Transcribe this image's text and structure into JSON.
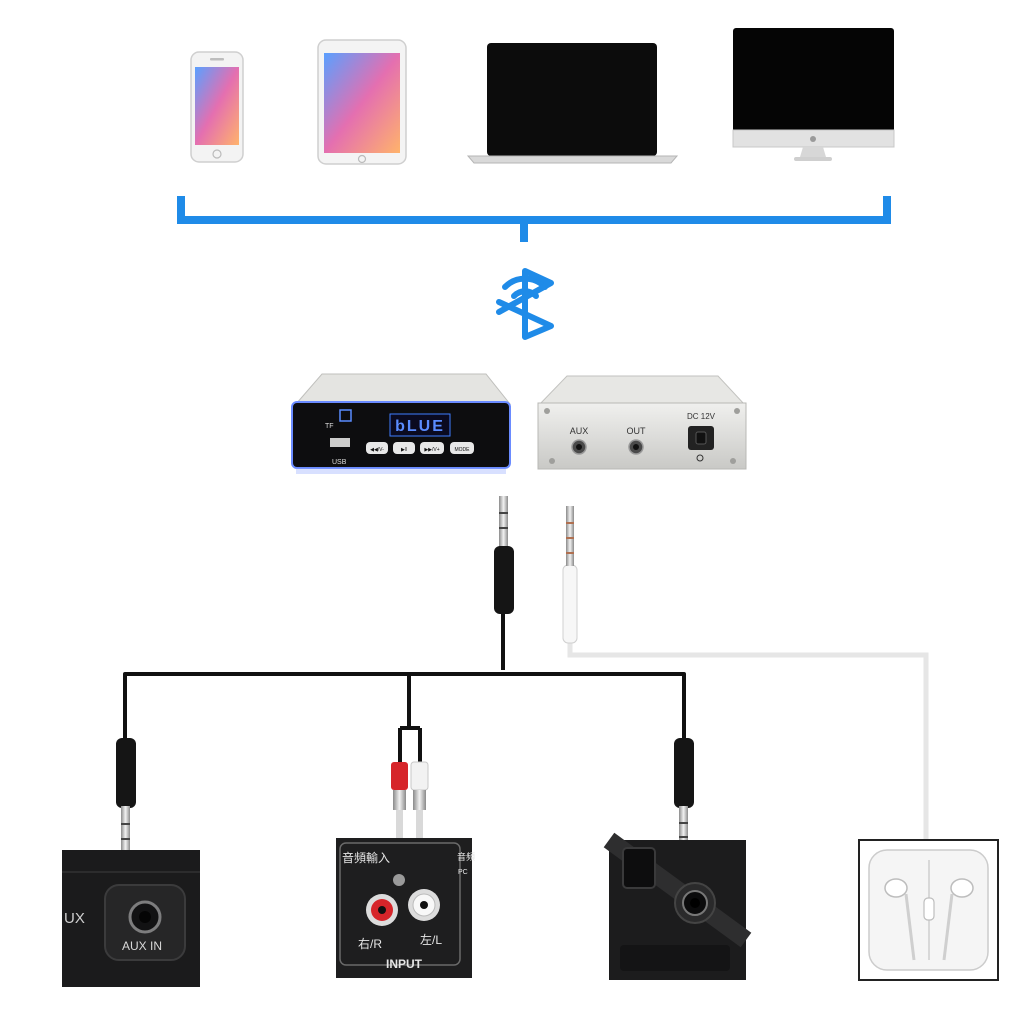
{
  "colors": {
    "accent_blue": "#1f8be8",
    "cable_black": "#111111",
    "cable_white": "#e6e6e6",
    "display_blue": "#3f7dff"
  },
  "devices": [
    {
      "name": "phone",
      "icon": "smartphone-icon"
    },
    {
      "name": "tablet",
      "icon": "tablet-icon"
    },
    {
      "name": "laptop",
      "icon": "laptop-icon"
    },
    {
      "name": "desktop",
      "icon": "desktop-icon"
    }
  ],
  "bluetooth": {
    "icon": "bluetooth-icon"
  },
  "receiver_front": {
    "tf_label": "TF",
    "display_text": "bLUE",
    "usb_label": "USB",
    "buttons": [
      "◀◀/V-",
      "▶‖",
      "▶▶/V+",
      "MODE"
    ]
  },
  "receiver_back": {
    "aux_label": "AUX",
    "out_label": "OUT",
    "power_label": "DC 12V"
  },
  "targets": {
    "car_aux": {
      "side_text": "UX",
      "label": "AUX IN"
    },
    "rca_input": {
      "cn_label": "音頻輸入",
      "right_label": "右/R",
      "left_label": "左/L",
      "input_label": "INPUT",
      "side_text": "音頻",
      "pc_text": "PC"
    },
    "speaker_jack": {},
    "earphones": {
      "icon": "earphones-icon"
    }
  }
}
